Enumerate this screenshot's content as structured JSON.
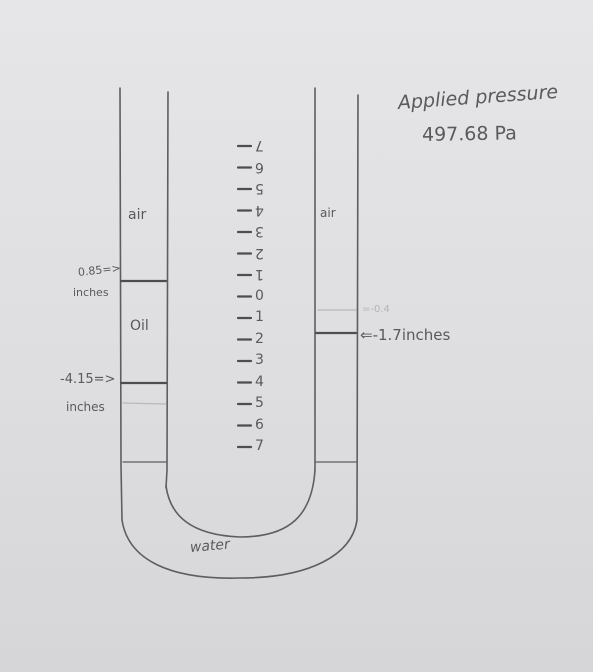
{
  "annotation": {
    "applied_pressure_label": "Applied pressure",
    "applied_pressure_value": "497.68 Pa"
  },
  "left_tube": {
    "upper_region_label": "air",
    "middle_region_label": "Oil",
    "upper_level_value": "0.85=>",
    "upper_level_unit": "inches",
    "lower_level_value": "-4.15=>",
    "lower_level_unit": "inches"
  },
  "right_tube": {
    "region_label": "air",
    "faint_reading": "=-0.4",
    "level_reading": "⇐-1.7inches"
  },
  "bottom": {
    "label": "water"
  },
  "scale": {
    "ticks": [
      {
        "label": "7"
      },
      {
        "label": "6"
      },
      {
        "label": "5"
      },
      {
        "label": "4"
      },
      {
        "label": "3"
      },
      {
        "label": "2"
      },
      {
        "label": "1"
      },
      {
        "label": "0"
      },
      {
        "label": "1"
      },
      {
        "label": "2"
      },
      {
        "label": "3"
      },
      {
        "label": "4"
      },
      {
        "label": "5"
      },
      {
        "label": "6"
      },
      {
        "label": "7"
      }
    ]
  },
  "colors": {
    "pencil": "#5a5a5e",
    "faint": "#b4b4b8",
    "paper": "#e2e2e4"
  }
}
